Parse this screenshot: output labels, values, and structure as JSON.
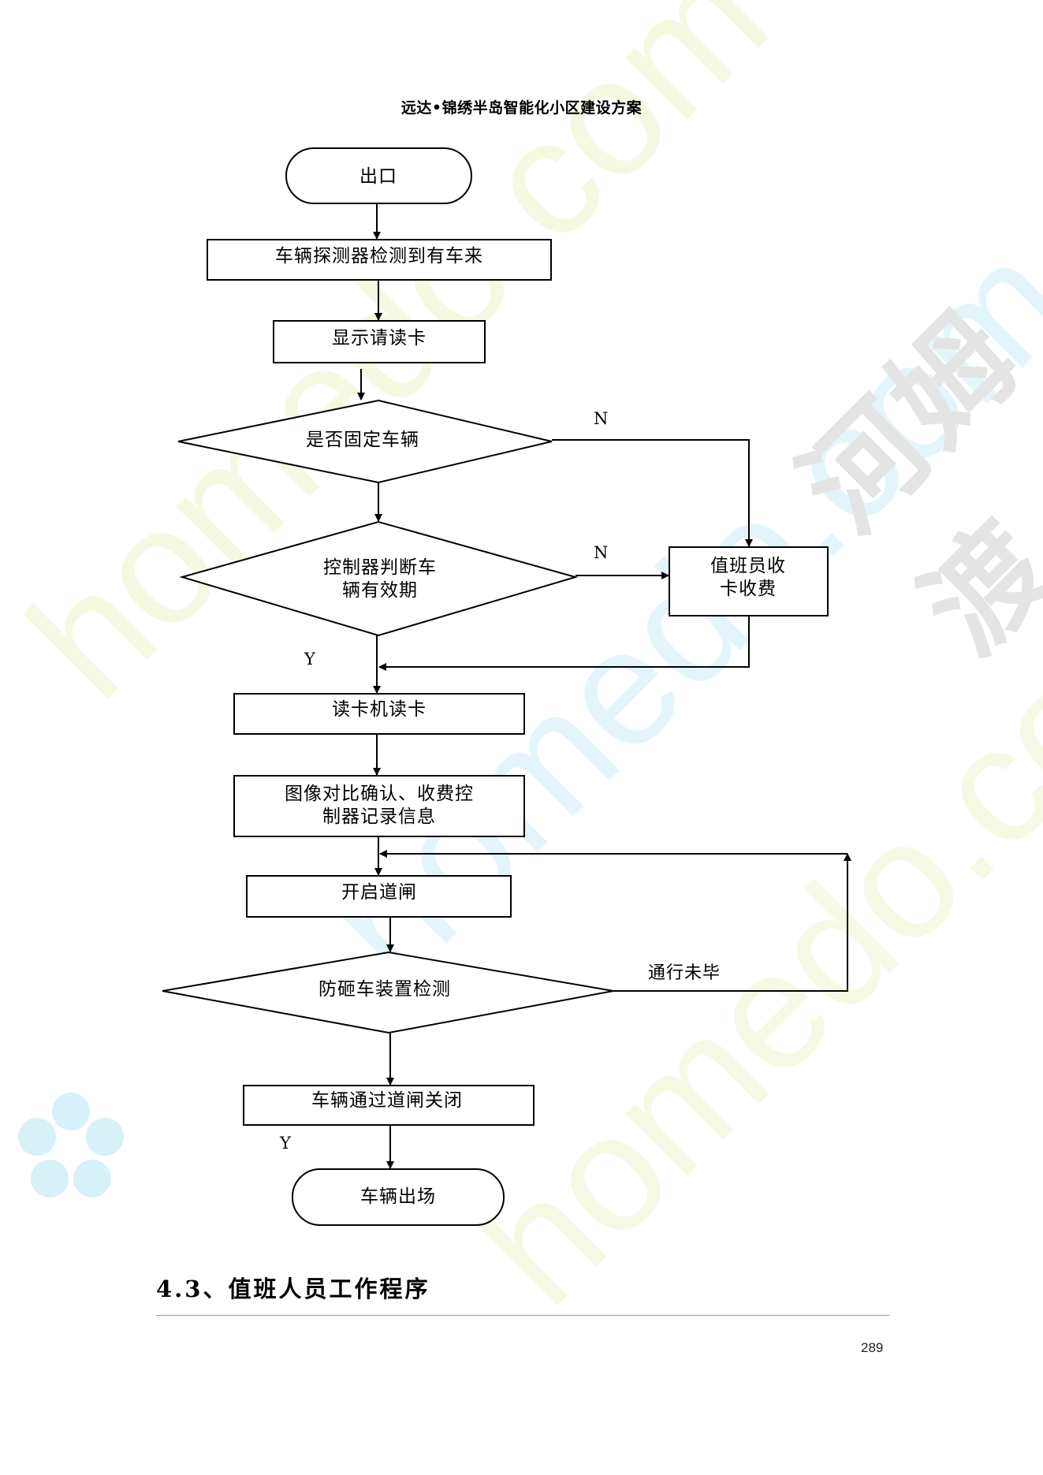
{
  "header": {
    "title": "远达•锦绣半岛智能化小区建设方案"
  },
  "flowchart": {
    "nodes": {
      "start": "出口",
      "detect": "车辆探测器检测到有车来",
      "display": "显示请读卡",
      "fixed": "是否固定车辆",
      "valid_line1": "控制器判断车",
      "valid_line2": "辆有效期",
      "duty_line1": "值班员收",
      "duty_line2": "卡收费",
      "read": "读卡机读卡",
      "compare_line1": "图像对比确认、收费控",
      "compare_line2": "制器记录信息",
      "open": "开启道闸",
      "antismash": "防砸车装置检测",
      "close": "车辆通过道闸关闭",
      "end": "车辆出场"
    },
    "edge_labels": {
      "fixed_no": "N",
      "valid_no": "N",
      "valid_yes": "Y",
      "not_passed": "通行未毕",
      "passed_yes": "Y"
    }
  },
  "section": {
    "title": "4.3、值班人员工作程序"
  },
  "footer": {
    "page_number": "289"
  },
  "watermark": {
    "text_1": "homedo.com",
    "text_2": "homedo.com",
    "text_3": "homedo.com",
    "brand": "河姆渡"
  },
  "colors": {
    "rule": "#7f9cc6",
    "watermark_cyan": "#d9f3f8",
    "watermark_yellow": "#f5f8de",
    "watermark_gray": "#e6e6e6"
  }
}
